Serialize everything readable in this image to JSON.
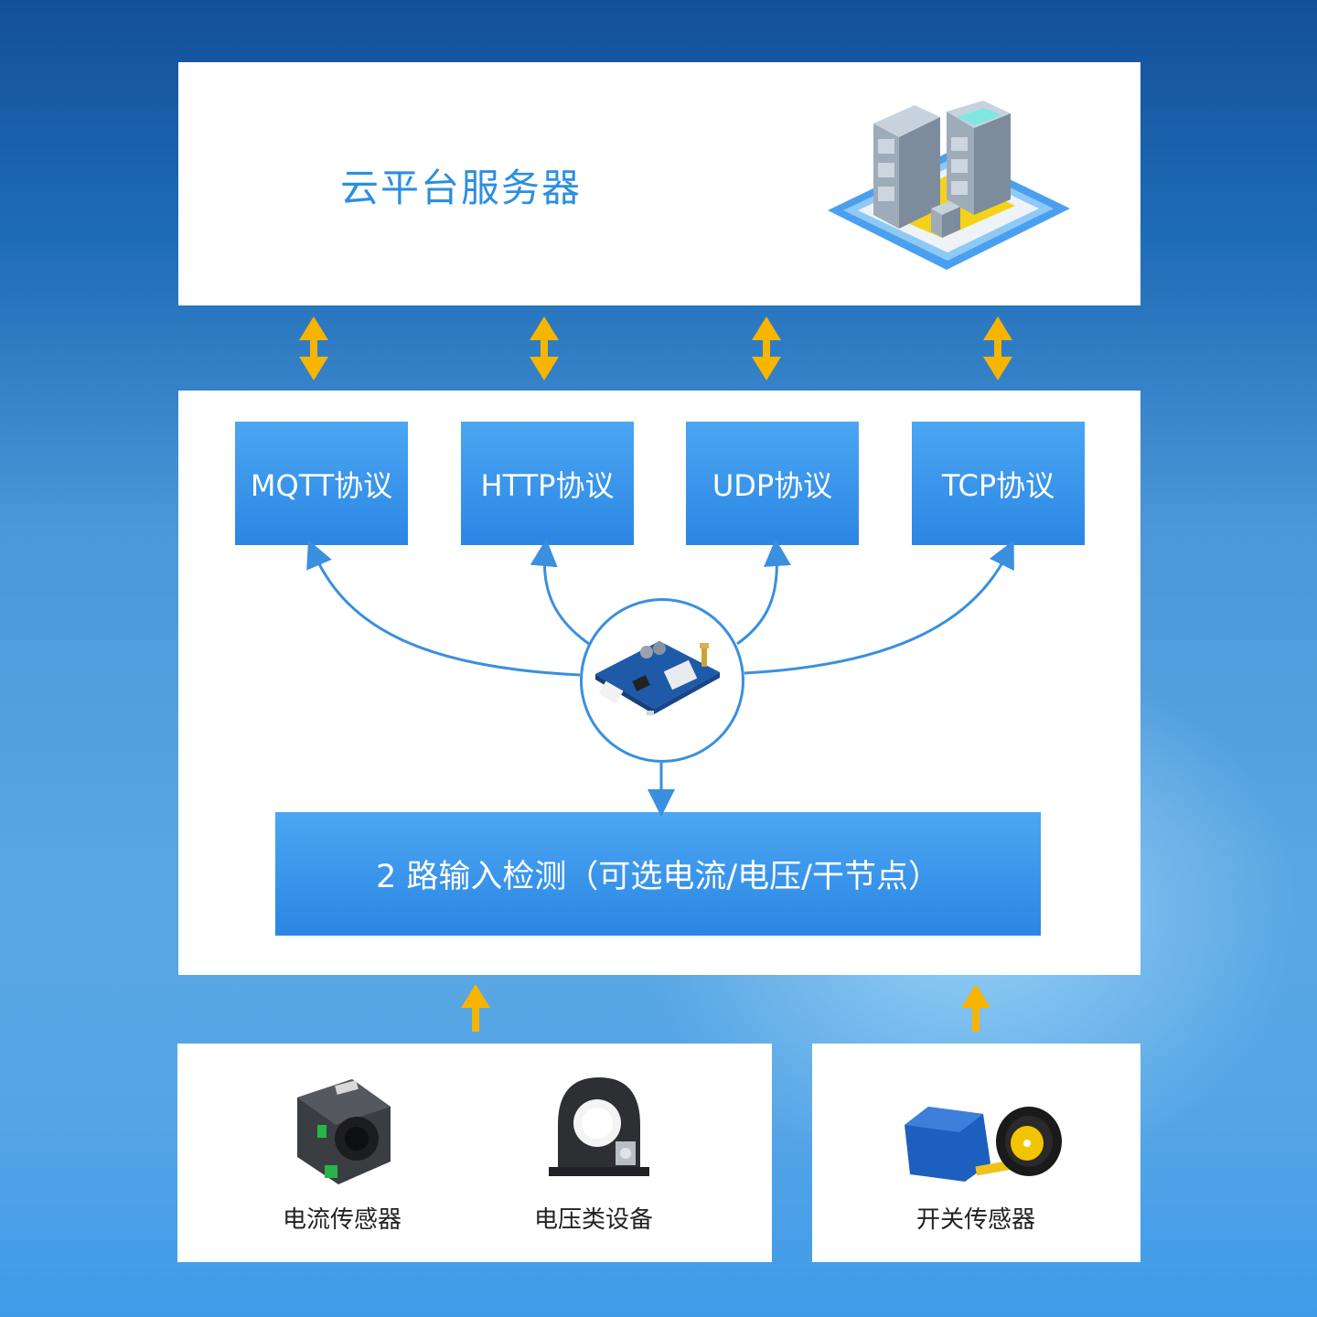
{
  "cloud": {
    "title": "云平台服务器",
    "icon": "server-stack-icon"
  },
  "protocols": [
    {
      "label": "MQTT协议"
    },
    {
      "label": "HTTP协议"
    },
    {
      "label": "UDP协议"
    },
    {
      "label": "TCP协议"
    }
  ],
  "device": {
    "icon": "iot-module-board-icon"
  },
  "input_detection": {
    "label": "2 路输入检测（可选电流/电压/干节点）"
  },
  "sensors": [
    {
      "label": "电流传感器",
      "icon": "current-sensor-icon"
    },
    {
      "label": "电压类设备",
      "icon": "voltage-device-icon"
    },
    {
      "label": "开关传感器",
      "icon": "float-switch-icon"
    }
  ],
  "colors": {
    "arrow_yellow": "#f7b500",
    "box_blue": "#2f8ae4",
    "line_blue": "#3a8fde",
    "title_blue": "#2c8fe0"
  }
}
